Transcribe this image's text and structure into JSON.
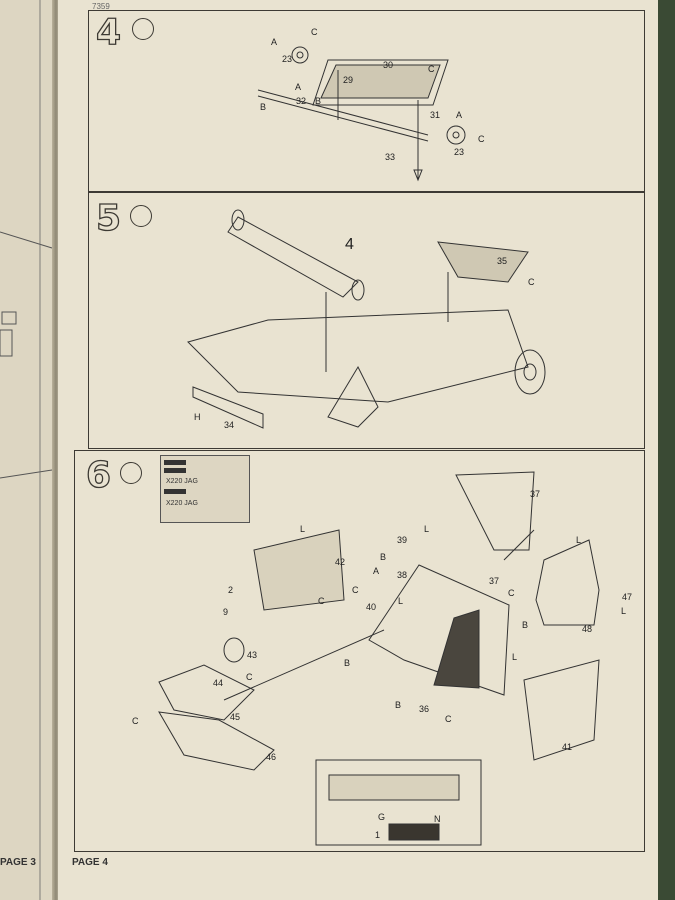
{
  "header": {
    "code": "7359"
  },
  "steps": [
    {
      "number": "4",
      "labels": {
        "a1": "A",
        "c1": "C",
        "a2": "A",
        "b1": "B",
        "b2": "B",
        "c2": "C",
        "a3": "A",
        "c3": "C",
        "p23a": "23",
        "p30": "30",
        "p29": "29",
        "p32": "32",
        "p31": "31",
        "p33": "33",
        "p23b": "23"
      }
    },
    {
      "number": "5",
      "labels": {
        "p4": "4",
        "p35": "35",
        "c1": "C",
        "h": "H",
        "p34": "34"
      }
    },
    {
      "number": "6",
      "labels": {
        "p37box": "37",
        "l1": "L",
        "p42": "42",
        "c1": "C",
        "p39": "39",
        "l2": "L",
        "p2": "2",
        "b1": "B",
        "a1": "A",
        "p38": "38",
        "p37": "37",
        "c2": "C",
        "c3": "C",
        "p40": "40",
        "l3": "L",
        "l4": "L",
        "p47": "47",
        "l5": "L",
        "p48": "48",
        "b2": "B",
        "p9": "9",
        "l6": "L",
        "p43": "43",
        "b3": "B",
        "c4": "C",
        "p44": "44",
        "p41": "41",
        "c5": "C",
        "p45": "45",
        "b4": "B",
        "p36": "36",
        "c6": "C",
        "p46": "46",
        "g": "G",
        "n": "N",
        "p1": "1"
      },
      "decal": {
        "plate1": "X220 JAG",
        "plate2": "X220 JAG"
      }
    }
  ],
  "footer": {
    "left_page": "PAGE 3",
    "right_page": "PAGE 4"
  }
}
